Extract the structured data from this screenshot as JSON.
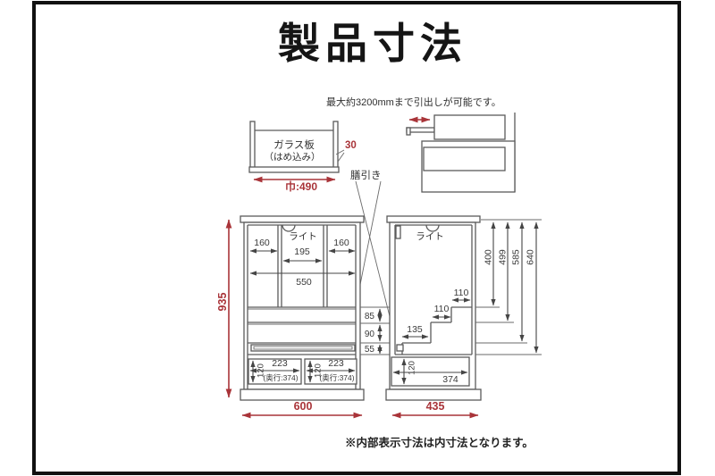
{
  "title": "製品寸法",
  "notes": {
    "pullout": "最大約3200mmまで引出しが可能です。",
    "inner_dims": "※内部表示寸法は内寸法となります。"
  },
  "glass_panel": {
    "label_line1": "ガラス板",
    "label_line2": "（はめ込み）",
    "thickness": "30",
    "width": "巾:490"
  },
  "tray_label": "膳引き",
  "front_view": {
    "light_label": "ライト",
    "dim_shelf_left": "160",
    "dim_shelf_center": "195",
    "dim_shelf_right": "160",
    "dim_inner_width": "550",
    "dim_gap_top": "85",
    "dim_gap_middle": "90",
    "dim_gap_bottom": "55",
    "dim_height": "935",
    "dim_width": "600",
    "drawer_height": "120",
    "drawer_width": "223",
    "drawer_depth": "(奥行:374)"
  },
  "side_view": {
    "light_label": "ライト",
    "dim_top_to_step1": "400",
    "dim_top_to_step2": "499",
    "dim_top_to_step3": "585",
    "dim_top_to_floor": "640",
    "dim_step1_depth": "110",
    "dim_step2_depth": "110",
    "dim_step3_depth": "135",
    "drawer_height": "120",
    "drawer_width": "374",
    "dim_width": "435"
  },
  "colors": {
    "dimension_red": "#a93439",
    "line_gray": "#5b5b5b",
    "text_dark": "#3a3a3a"
  }
}
